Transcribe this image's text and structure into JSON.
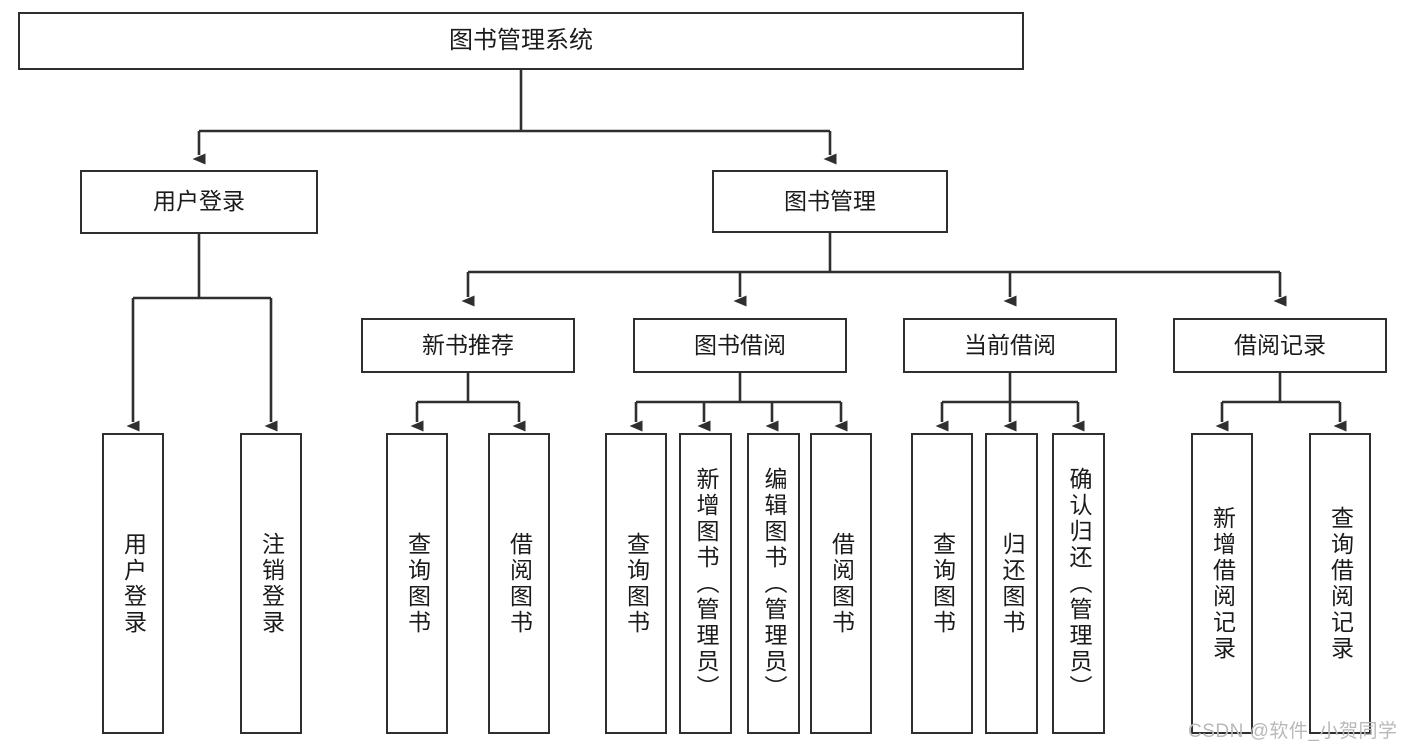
{
  "diagram": {
    "title": "图书管理系统",
    "type": "hierarchy-tree",
    "colors": {
      "background": "#ffffff",
      "box_border": "#2f2f2f",
      "box_fill": "#ffffff",
      "connector": "#2f2f2f",
      "text": "#1b1b1b",
      "watermark": "#b9b9b9"
    },
    "nodes": {
      "root": {
        "label": "图书管理系统"
      },
      "level2": [
        {
          "label": "用户登录"
        },
        {
          "label": "图书管理"
        }
      ],
      "level3": [
        {
          "label": "新书推荐"
        },
        {
          "label": "图书借阅"
        },
        {
          "label": "当前借阅"
        },
        {
          "label": "借阅记录"
        }
      ],
      "leaves": {
        "user_login": [
          {
            "label": "用户登录"
          },
          {
            "label": "注销登录"
          }
        ],
        "new_book_recommend": [
          {
            "label": "查询图书"
          },
          {
            "label": "借阅图书"
          }
        ],
        "book_borrow": [
          {
            "label": "查询图书"
          },
          {
            "label": "新增图书（管理员）"
          },
          {
            "label": "编辑图书（管理员）"
          },
          {
            "label": "借阅图书"
          }
        ],
        "current_borrow": [
          {
            "label": "查询图书"
          },
          {
            "label": "归还图书"
          },
          {
            "label": "确认归还（管理员）"
          }
        ],
        "borrow_record": [
          {
            "label": "新增借阅记录"
          },
          {
            "label": "查询借阅记录"
          }
        ]
      }
    },
    "watermark": "CSDN @软件_小贺同学"
  }
}
